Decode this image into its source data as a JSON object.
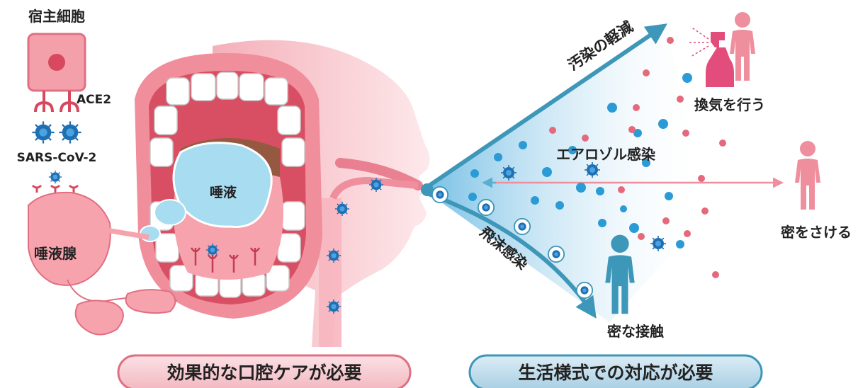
{
  "labels": {
    "host_cell": "宿主細胞",
    "ace2": "ACE2",
    "virus": "SARS-CoV-2",
    "salivary_gland": "唾液腺",
    "saliva": "唾液",
    "pollution_reduction": "汚染の軽減",
    "ventilate": "換気を行う",
    "aerosol": "エアロゾル感染",
    "avoid_crowd": "密をさける",
    "droplet": "飛沫感染",
    "close_contact": "密な接触"
  },
  "bottom": {
    "left_pill": "効果的な口腔ケアが必要",
    "right_pill": "生活様式での対応が必要"
  },
  "colors": {
    "pink": "#ee8a98",
    "pink_light": "#f8c9cf",
    "blue_arrow": "#3e97b8",
    "blue_particle": "#2b9bd6",
    "red_particle": "#e5697d",
    "person_blue": "#3d97b8",
    "person_pink": "#ef8e9d",
    "spray": "#e34d7b",
    "saliva": "#a8dcf0",
    "pill_left_bg": "#f6c5cc",
    "pill_left_border": "#e06f82",
    "pill_right_bg": "#bcd9e8",
    "pill_right_border": "#3e97b8"
  },
  "icons": [
    "host-cell-icon",
    "virus-icon",
    "salivary-gland-icon",
    "spray-bottle-icon",
    "person-icon",
    "mouth-illustration"
  ]
}
